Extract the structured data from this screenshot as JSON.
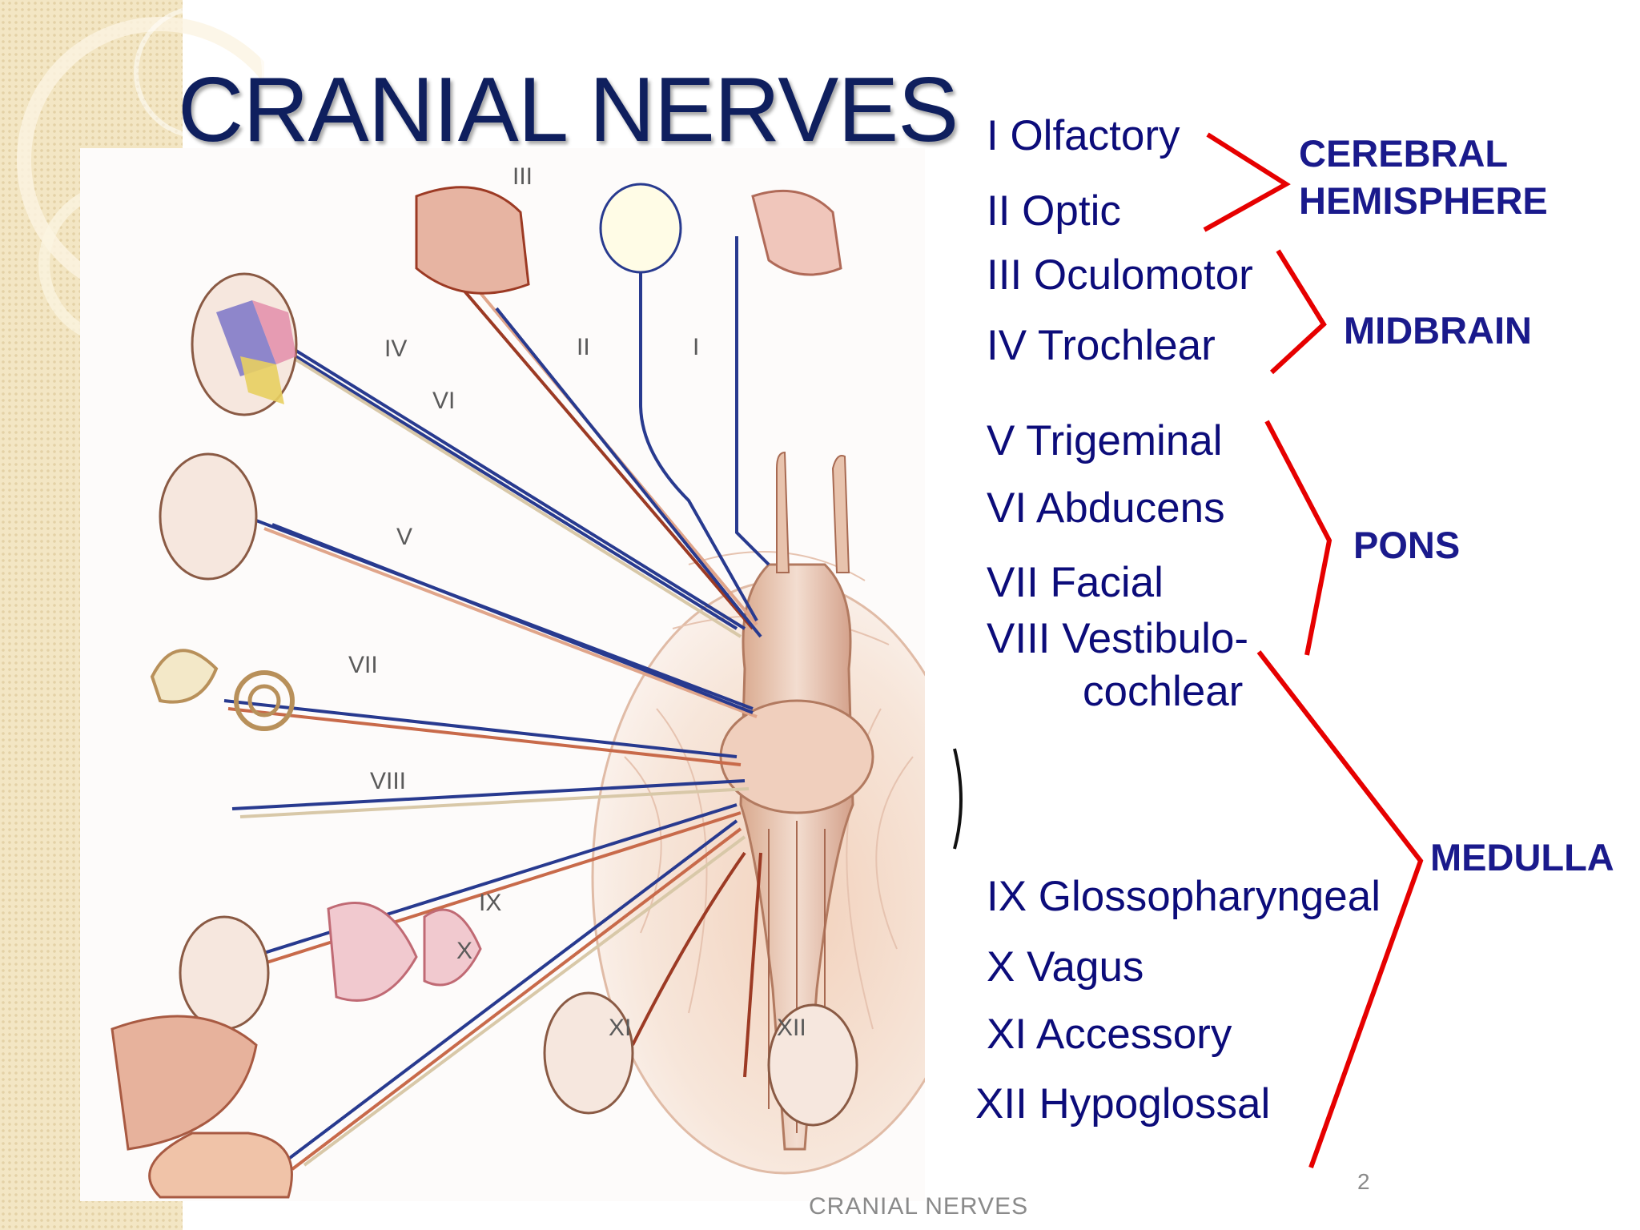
{
  "slide": {
    "title": "CRANIAL NERVES",
    "page_number": "2",
    "footer": "CRANIAL NERVES"
  },
  "nerves": [
    {
      "label": "I Olfactory"
    },
    {
      "label": "II Optic"
    },
    {
      "label": "III Oculomotor"
    },
    {
      "label": "IV Trochlear"
    },
    {
      "label": "V Trigeminal"
    },
    {
      "label": "VI Abducens"
    },
    {
      "label": "VII Facial"
    },
    {
      "label": "VIII Vestibulo-"
    },
    {
      "label": "cochlear"
    },
    {
      "label": "IX Glossopharyngeal"
    },
    {
      "label": "X Vagus"
    },
    {
      "label": "XI Accessory"
    },
    {
      "label": "XII Hypoglossal"
    }
  ],
  "regions": {
    "cerebral_1": "CEREBRAL",
    "cerebral_2": "HEMISPHERE",
    "midbrain": "MIDBRAIN",
    "pons": "PONS",
    "medulla": "MEDULLA"
  },
  "diagram_labels": {
    "i": "I",
    "ii": "II",
    "iii": "III",
    "iv": "IV",
    "v": "V",
    "vi": "VI",
    "vii": "VII",
    "viii": "VIII",
    "ix": "IX",
    "x": "X",
    "xi": "XI",
    "xii": "XII"
  },
  "colors": {
    "title": "#0f1f5e",
    "nerve_text": "#0c0c7a",
    "region_text": "#1a1a8c",
    "bracket": "#e60000"
  }
}
